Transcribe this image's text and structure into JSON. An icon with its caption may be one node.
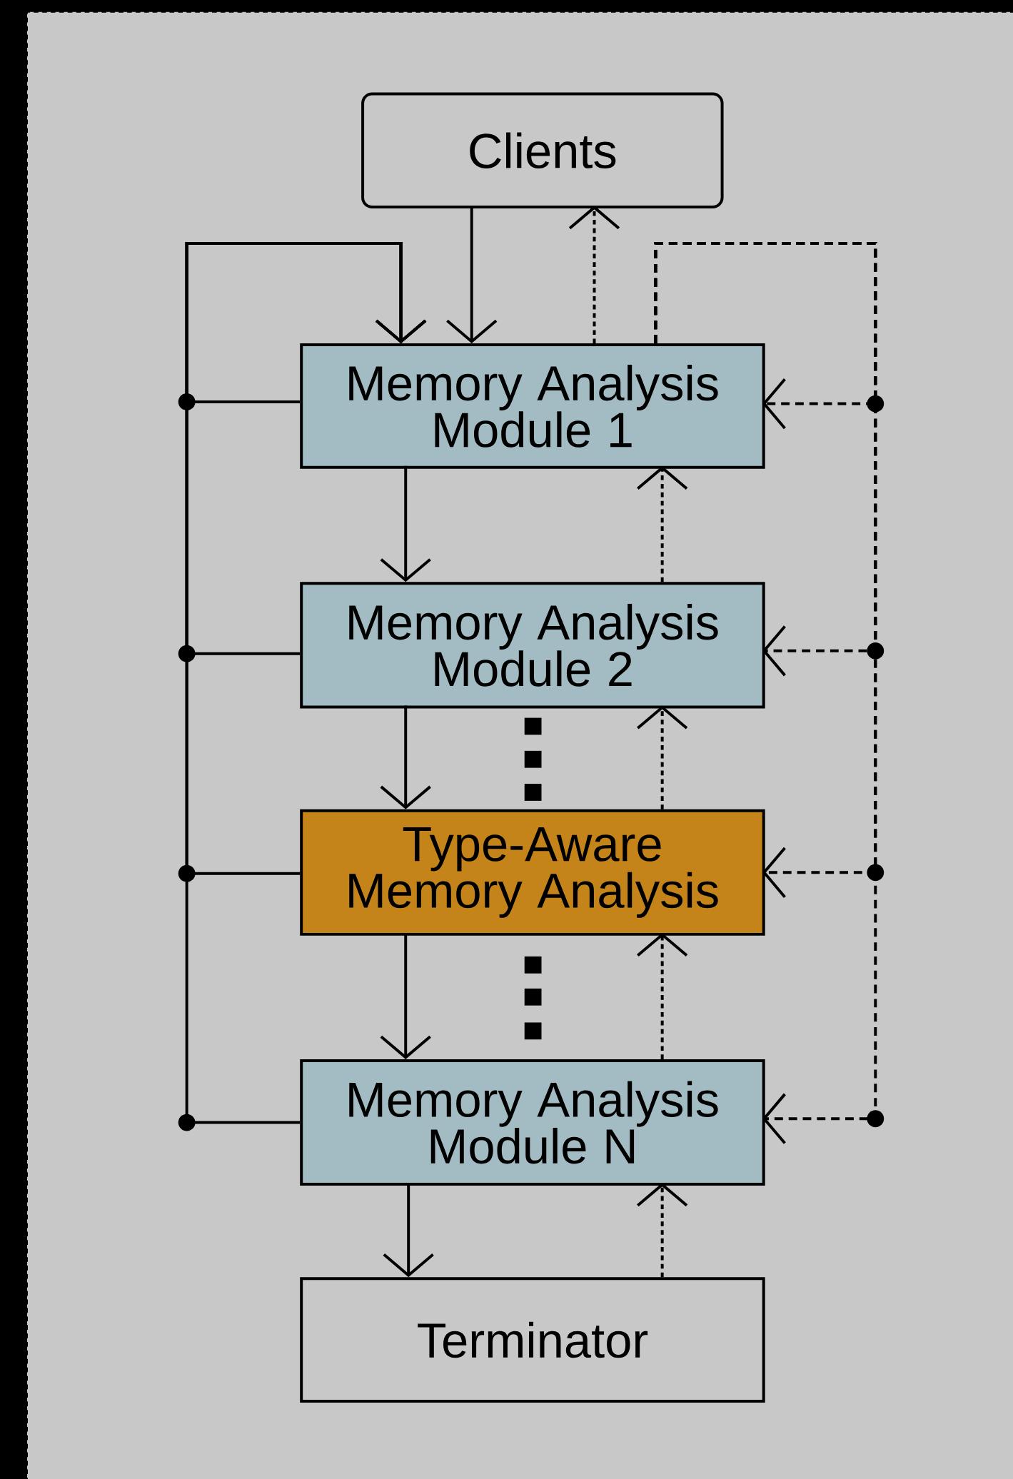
{
  "diagram": {
    "nodes": [
      {
        "text": [],
        "shape": "box"
      },
      {
        "text": [
          "Clients"
        ],
        "in": 0
      },
      {
        "text": [
          "Memory Analysis Module 1"
        ],
        "in": 0
      },
      {
        "text": [
          "Memory Analysis Module 2"
        ],
        "in": 0
      },
      {
        "text": [
          "Type-Aware Memory Analysis"
        ],
        "in": 0
      },
      {
        "text": [
          "Memory Analysis Module N"
        ],
        "in": 0
      },
      {
        "text": [
          "Terminator"
        ],
        "in": 0
      }
    ],
    "edges": [
      {
        "from": 1,
        "to": 2,
        "arrow": "to"
      },
      {
        "from": 2,
        "to": 1,
        "arrow": "to",
        "style": "dashed"
      },
      {
        "from": 2,
        "to": 2,
        "arrow": "to"
      },
      {
        "from": 3,
        "to": 2,
        "arrow": "to"
      },
      {
        "from": 4,
        "to": 2,
        "arrow": "to"
      },
      {
        "from": 5,
        "to": 2,
        "arrow": "to"
      },
      {
        "from": 2,
        "to": 2,
        "arrow": "to",
        "style": "dashed"
      },
      {
        "from": 2,
        "to": 3,
        "arrow": "to",
        "style": "dashed"
      },
      {
        "from": 2,
        "to": 4,
        "arrow": "to",
        "style": "dashed"
      },
      {
        "from": 2,
        "to": 5,
        "arrow": "to",
        "style": "dashed"
      },
      {
        "from": 2,
        "to": 3,
        "arrow": "to"
      },
      {
        "from": 3,
        "to": 4,
        "arrow": "to"
      },
      {
        "from": 4,
        "to": 5,
        "arrow": "to"
      },
      {
        "from": 5,
        "to": 6,
        "arrow": "to"
      },
      {
        "from": 3,
        "to": 2,
        "arrow": "to",
        "style": "dashed"
      },
      {
        "from": 4,
        "to": 3,
        "arrow": "to",
        "style": "dashed"
      },
      {
        "from": 5,
        "to": 4,
        "arrow": "to",
        "style": "dashed"
      },
      {
        "from": 6,
        "to": 5,
        "arrow": "to",
        "style": "dashed"
      }
    ]
  }
}
